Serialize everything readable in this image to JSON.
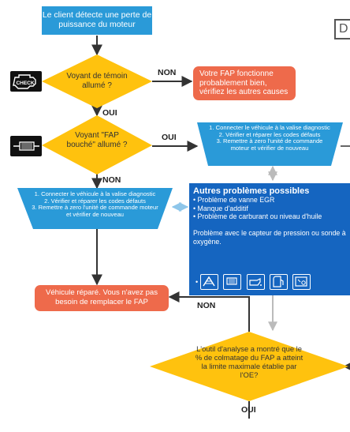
{
  "start": "Le client détecte une perte de puissance du moteur",
  "q1": {
    "text": "Voyant de témoin allumé ?",
    "icon": "check-engine-icon"
  },
  "q1_no_label": "NON",
  "q1_no_result": "Votre FAP fonctionne probablement bien, vérifiez les autres causes",
  "q1_yes_label": "OUI",
  "q2": {
    "text": "Voyant \"FAP bouché\" allumé ?",
    "icon": "dpf-warning-icon"
  },
  "q2_yes_label": "OUI",
  "q2_no_label": "NON",
  "steps_right": [
    "1. Connecter le véhicule à la valise diagnostic",
    "2. Vérifier et réparer les codes défauts",
    "3. Remettre à zero l'unité de commande moteur et vérifier de nouveau"
  ],
  "steps_left": [
    "1. Connecter le véhicule à la valise diagnostic",
    "2. Vérifier et réparer les codes défauts",
    "3. Remettre à zero l'unité de commande moteur et vérifier de nouveau"
  ],
  "other": {
    "title": "Autres problèmes possibles",
    "items": [
      "Problème de vanne EGR",
      "Manque d'additif",
      "Problème de carburant ou niveau d'huile",
      "Problème avec le capteur de pression ou sonde à oxygène."
    ],
    "icons": [
      "engine-warning-icon",
      "dpf-icon",
      "oil-icon",
      "fuel-icon",
      "sensor-icon"
    ]
  },
  "repaired": "Véhicule réparé. Vous n'avez pas besoin de remplacer le FAP",
  "q3_no_label": "NON",
  "q3": "L'outil d'analyse a montré que le % de colmatage du FAP a atteint la limite maximale établie par l'OE?",
  "q3_yes_label": "OUI",
  "corner_fragment": "D",
  "colors": {
    "blue": "#2a9ad8",
    "orange": "#ee6a4b",
    "yellow": "#ffc20e",
    "panel": "#1565c0"
  }
}
